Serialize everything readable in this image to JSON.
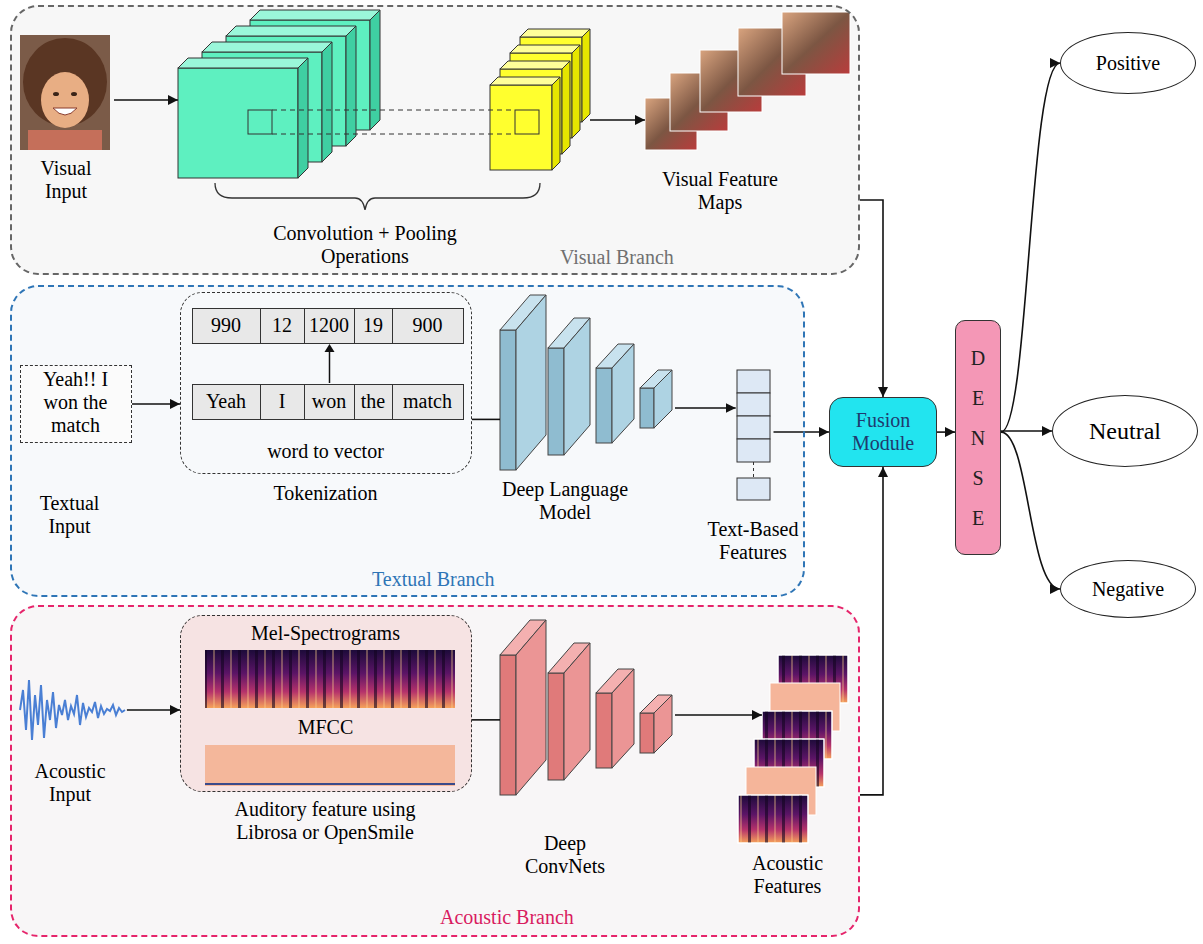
{
  "diagram": {
    "nodes": [
      {
        "text": [
          "Visual Branch"
        ]
      },
      {
        "text": [
          "Visual Input"
        ],
        "in": 0
      },
      {
        "text": [
          "Convolution + Pooling Operations"
        ],
        "in": 0
      },
      {
        "text": [
          "Visual Feature Maps"
        ],
        "in": 0
      },
      {
        "text": [
          "Textual Branch"
        ]
      },
      {
        "text": [
          "Yeah!! I won the match",
          "Textual Input"
        ],
        "in": 4
      },
      {
        "text": [
          "word to vector",
          "Tokenization"
        ],
        "in": 4
      },
      {
        "text": [
          "Deep Language Model"
        ],
        "in": 4
      },
      {
        "text": [
          "Text-Based Features"
        ],
        "in": 4
      },
      {
        "text": [
          "Acoustic Branch"
        ]
      },
      {
        "text": [
          "Acoustic Input"
        ],
        "in": 9
      },
      {
        "text": [
          "Mel-Spectrograms",
          "MFCC",
          "Auditory feature using Librosa or OpenSmile"
        ],
        "in": 9
      },
      {
        "text": [
          "Deep ConvNets"
        ],
        "in": 9
      },
      {
        "text": [
          "Acoustic Features"
        ],
        "in": 9
      },
      {
        "text": [
          "Fusion Module"
        ]
      },
      {
        "text": [
          "DENSE"
        ]
      },
      {
        "text": [
          "Positive"
        ]
      },
      {
        "text": [
          "Neutral"
        ]
      },
      {
        "text": [
          "Negative"
        ]
      }
    ],
    "edges": [
      {
        "from": 1,
        "to": 2,
        "arrow": "to"
      },
      {
        "from": 2,
        "to": 3,
        "arrow": "to"
      },
      {
        "from": 0,
        "to": 14,
        "arrow": "to"
      },
      {
        "from": 5,
        "to": 6,
        "arrow": "to"
      },
      {
        "from": 6,
        "to": 7,
        "arrow": "none"
      },
      {
        "from": 7,
        "to": 8,
        "arrow": "to"
      },
      {
        "from": 8,
        "to": 14,
        "arrow": "to"
      },
      {
        "from": 10,
        "to": 11,
        "arrow": "to"
      },
      {
        "from": 11,
        "to": 12,
        "arrow": "none"
      },
      {
        "from": 12,
        "to": 13,
        "arrow": "to"
      },
      {
        "from": 9,
        "to": 14,
        "arrow": "to"
      },
      {
        "from": 14,
        "to": 15,
        "arrow": "to"
      },
      {
        "from": 15,
        "to": 16,
        "arrow": "to"
      },
      {
        "from": 15,
        "to": 17,
        "arrow": "to"
      },
      {
        "from": 15,
        "to": 18,
        "arrow": "to"
      }
    ],
    "labels": [
      "990",
      "12",
      "1200",
      "19",
      "900",
      "Yeah",
      "I",
      "won",
      "the",
      "match"
    ]
  }
}
